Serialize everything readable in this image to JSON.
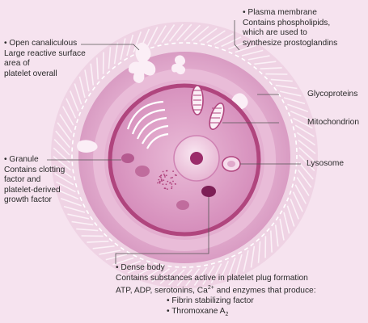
{
  "colors": {
    "background": "#f6e3ef",
    "halo": "#efd0e2",
    "cytoplasm": "#e2a9cc",
    "inner": "#d68fbd",
    "organelle": "#b0457e",
    "dense": "#7d1f56",
    "leader": "#555555"
  },
  "labels": {
    "plasma_membrane": {
      "title": "• Plasma membrane",
      "line1": "Contains phospholipids,",
      "line2": "which are used to",
      "line3": "synthesize prostoglandins"
    },
    "open_canaliculous": {
      "title": "• Open canaliculous",
      "line1": "Large reactive surface",
      "line2": "area of",
      "line3": "platelet overall"
    },
    "glycoproteins": {
      "title": "Glycoproteins"
    },
    "mitochondrion": {
      "title": "Mitochondrion"
    },
    "lysosome": {
      "title": "Lysosome"
    },
    "granule": {
      "title": "• Granule",
      "line1": "Contains clotting",
      "line2": "factor and",
      "line3": "platelet-derived",
      "line4": "growth factor"
    },
    "dense_body": {
      "title": "• Dense body",
      "line1": "Contains substances active in platelet plug formation",
      "line2_pre": "ATP, ADP, serotonins, Ca",
      "line2_sup": "2+",
      "line2_post": " and enzymes that produce:",
      "items": [
        {
          "text": "• Fibrin stabilizing factor",
          "sub": ""
        },
        {
          "text": "• Thromoxane A",
          "sub": "2"
        }
      ]
    }
  }
}
